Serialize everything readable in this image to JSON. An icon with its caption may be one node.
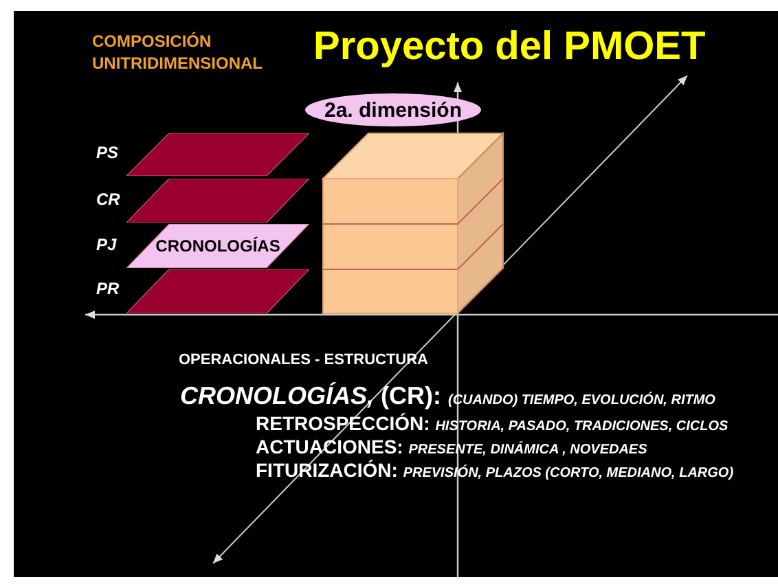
{
  "diagram": {
    "title": "Proyecto del PMOET",
    "nodes": [
      {
        "text": [
          "2a. dimensión"
        ]
      },
      {
        "text": [],
        "shape": "parallelogram",
        "beside": [
          "PS"
        ]
      },
      {
        "text": [],
        "shape": "parallelogram",
        "beside": [
          "CR"
        ]
      },
      {
        "text": [
          "CRONOLOGÍAS"
        ],
        "beside": [
          "PJ"
        ]
      },
      {
        "text": [],
        "shape": "parallelogram",
        "beside": [
          "PR"
        ]
      }
    ],
    "edges": [],
    "labels": [
      "COMPOSICIÓN UNITRIDIMENSIONAL",
      "OPERACIONALES - ESTRUCTURA",
      "*CRONOLOGÍAS,* (CR): *(CUANDO) TIEMPO, EVOLUCIÓN, RITMO*",
      "RETROSPECCIÓN: *HISTORIA, PASADO, TRADICIONES, CICLOS*",
      "ACTUACIONES: *PRESENTE, DINÁMICA , NOVEDAES*",
      "FITURIZACIÓN: *PREVISIÓN, PLAZOS (CORTO, MEDIANO, LARGO)*"
    ]
  }
}
